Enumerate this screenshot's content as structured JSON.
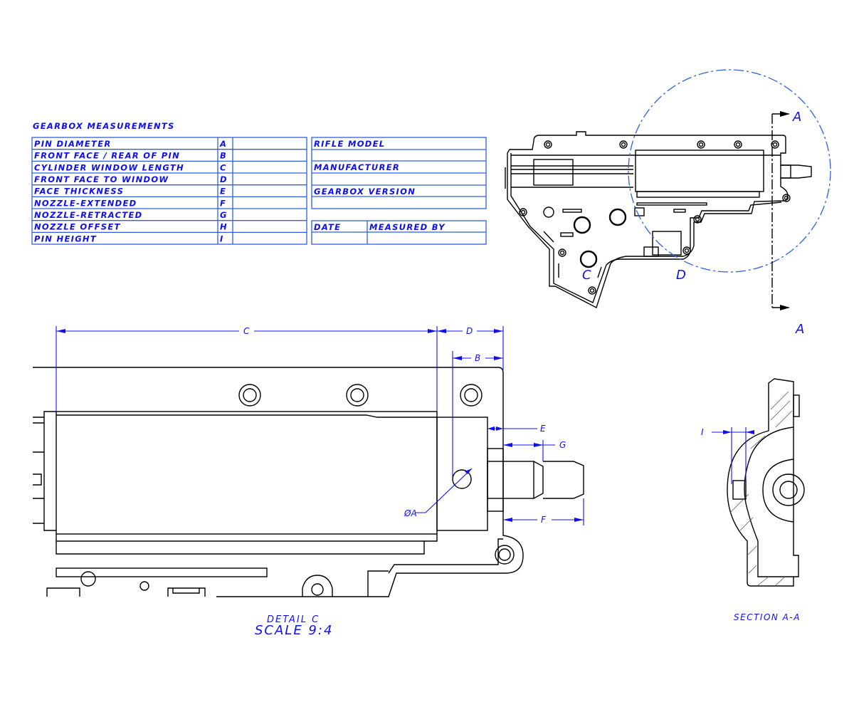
{
  "table_title": "GEARBOX MEASUREMENTS",
  "measurements": [
    {
      "label": "PIN DIAMETER",
      "code": "A",
      "value": ""
    },
    {
      "label": "FRONT FACE / REAR OF PIN",
      "code": "B",
      "value": ""
    },
    {
      "label": "CYLINDER WINDOW LENGTH",
      "code": "C",
      "value": ""
    },
    {
      "label": "FRONT FACE TO WINDOW",
      "code": "D",
      "value": ""
    },
    {
      "label": "FACE THICKNESS",
      "code": "E",
      "value": ""
    },
    {
      "label": "NOZZLE-EXTENDED",
      "code": "F",
      "value": ""
    },
    {
      "label": "NOZZLE-RETRACTED",
      "code": "G",
      "value": ""
    },
    {
      "label": "NOZZLE OFFSET",
      "code": "H",
      "value": ""
    },
    {
      "label": "PIN HEIGHT",
      "code": "I",
      "value": ""
    }
  ],
  "info": {
    "rifle_model_label": "RIFLE MODEL",
    "manufacturer_label": "MANUFACTURER",
    "gearbox_version_label": "GEARBOX VERSION",
    "date_label": "DATE",
    "measured_by_label": "MEASURED BY"
  },
  "overview": {
    "label_c": "C",
    "label_d": "D",
    "section_a_top": "A",
    "section_a_bottom": "A"
  },
  "detail": {
    "dim_c": "C",
    "dim_d": "D",
    "dim_b": "B",
    "dim_e": "E",
    "dim_g": "G",
    "dim_f": "F",
    "dim_a": "ØA",
    "caption_title": "DETAIL C",
    "caption_scale": "SCALE 9:4"
  },
  "section": {
    "dim_i": "I",
    "caption": "SECTION A-A"
  },
  "colors": {
    "annotation": "#1010ee",
    "table_border": "#2f5fe0"
  }
}
